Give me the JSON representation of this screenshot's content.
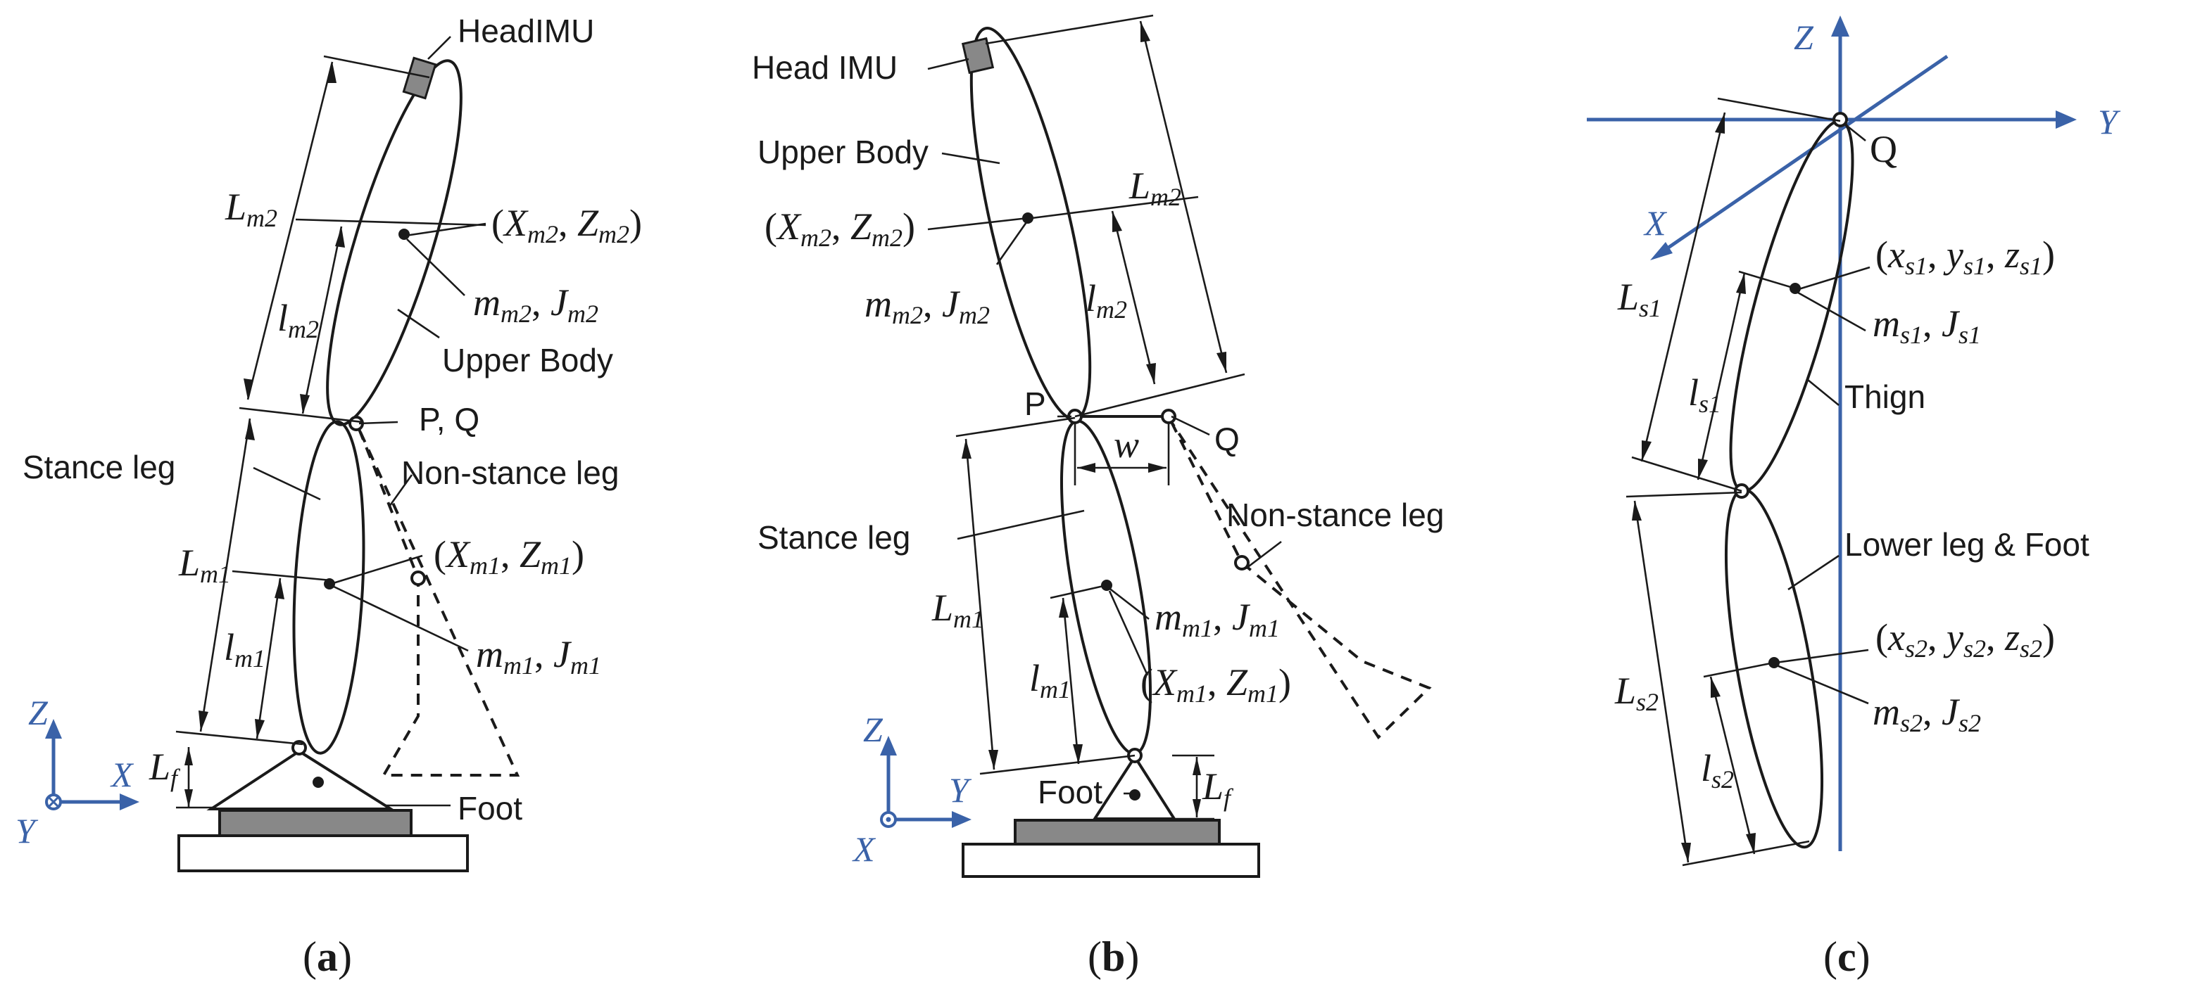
{
  "panel_a": {
    "head_imu": "HeadIMU",
    "upper_body": "Upper Body",
    "pq": "P, Q",
    "stance_leg": "Stance leg",
    "non_stance_leg": "Non-stance leg",
    "foot": "Foot",
    "com2": "(X_m2, Z_m2)",
    "mass2": "m_m2, J_m2",
    "com1": "(X_m1, Z_m1)",
    "mass1": "m_m1, J_m1",
    "L2": "L_m2",
    "l2": "l_m2",
    "L1": "L_m1",
    "l1": "l_m1",
    "Lf": "L_f",
    "axes": {
      "z": "Z",
      "x": "X",
      "y": "Y"
    },
    "caption": "(a)"
  },
  "panel_b": {
    "head_imu": "Head IMU",
    "upper_body": "Upper Body",
    "p": "P",
    "q": "Q",
    "w": "w",
    "stance_leg": "Stance leg",
    "non_stance_leg": "Non-stance leg",
    "foot": "Foot",
    "com2": "(X_m2, Z_m2)",
    "mass2": "m_m2, J_m2",
    "com1": "(X_m1, Z_m1)",
    "mass1": "m_m1, J_m1",
    "L2": "L_m2",
    "l2": "l_m2",
    "L1": "L_m1",
    "l1": "l_m1",
    "Lf": "L_f",
    "axes": {
      "z": "Z",
      "y": "Y",
      "x": "X"
    },
    "caption": "(b)"
  },
  "panel_c": {
    "q": "Q",
    "thigh": "Thign",
    "lower_leg_foot": "Lower leg & Foot",
    "com1": "(x_s1, y_s1, z_s1)",
    "mass1": "m_s1, J_s1",
    "com2": "(x_s2, y_s2, z_s2)",
    "mass2": "m_s2, J_s2",
    "L1": "L_s1",
    "l1": "l_s1",
    "L2": "L_s2",
    "l2": "l_s2",
    "axes": {
      "z": "Z",
      "y": "Y",
      "x": "X"
    },
    "caption": "(c)"
  },
  "colors": {
    "axis": "#3a62a8",
    "line": "#1a1a1a",
    "gray_block": "#888888"
  }
}
